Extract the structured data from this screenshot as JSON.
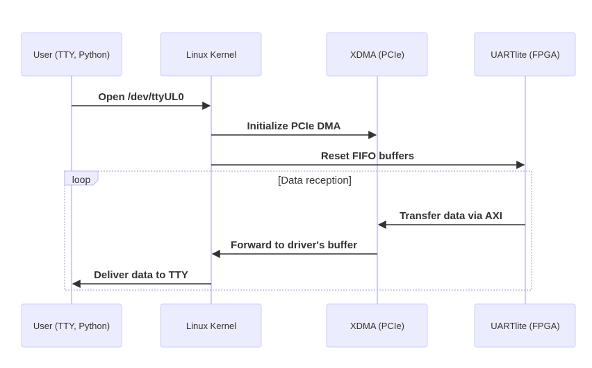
{
  "participants": [
    {
      "id": "user",
      "label": "User (TTY, Python)"
    },
    {
      "id": "kernel",
      "label": "Linux Kernel"
    },
    {
      "id": "xdma",
      "label": "XDMA (PCIe)"
    },
    {
      "id": "uart",
      "label": "UARTlite (FPGA)"
    }
  ],
  "messages": [
    {
      "from": "user",
      "to": "kernel",
      "label": "Open /dev/ttyUL0"
    },
    {
      "from": "kernel",
      "to": "xdma",
      "label": "Initialize PCIe DMA"
    },
    {
      "from": "kernel",
      "to": "uart",
      "label": "Reset FIFO buffers"
    },
    {
      "from": "uart",
      "to": "xdma",
      "label": "Transfer data via AXI"
    },
    {
      "from": "xdma",
      "to": "kernel",
      "label": "Forward to driver's buffer"
    },
    {
      "from": "kernel",
      "to": "user",
      "label": "Deliver data to TTY"
    }
  ],
  "loop": {
    "keyword": "loop",
    "condition": "[Data reception]"
  },
  "colors": {
    "actor_fill": "#ECECFF",
    "actor_stroke": "#CCCCFF",
    "line": "#333333"
  }
}
